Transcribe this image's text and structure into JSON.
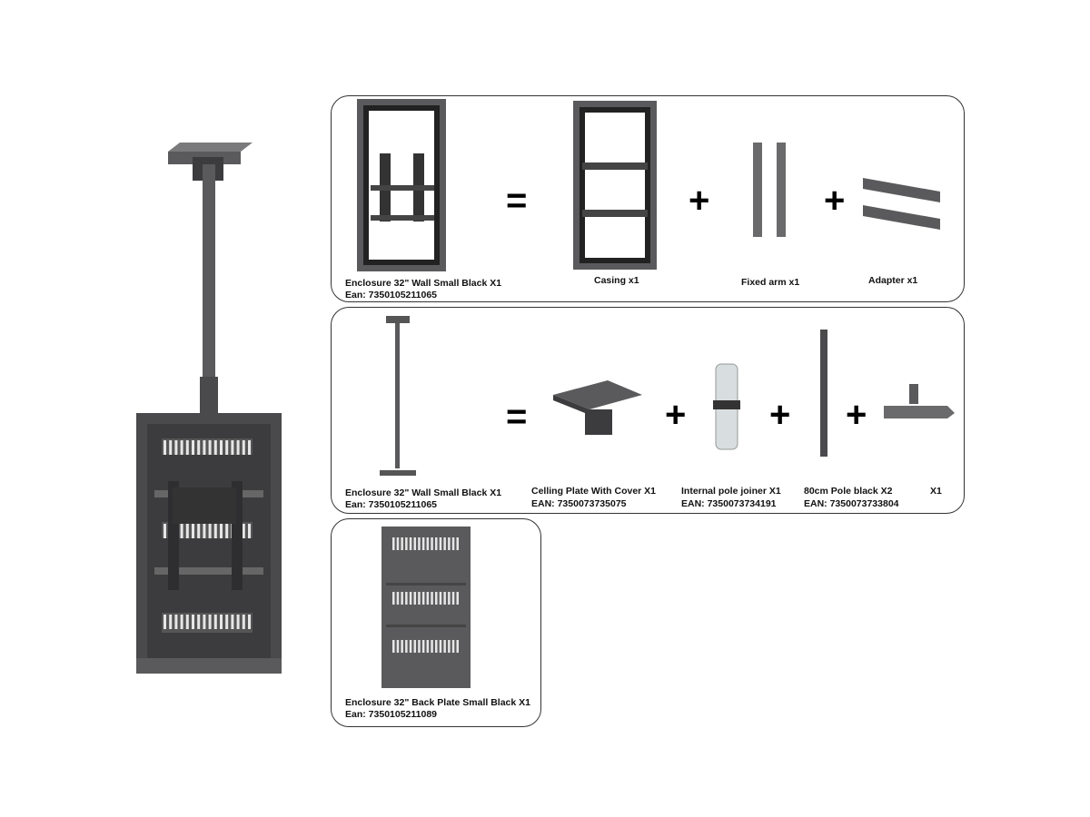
{
  "colors": {
    "metal": "#5a5a5c",
    "metal_dark": "#3c3c3e",
    "metal_light": "#7a7a7c",
    "border": "#333333"
  },
  "row1": {
    "kit_name": "Enclosure 32\" Wall Small Black X1",
    "kit_ean": "Ean: 7350105211065",
    "equals": "=",
    "plus": "+",
    "parts": [
      {
        "name": "Casing x1"
      },
      {
        "name": "Fixed arm x1"
      },
      {
        "name": "Adapter x1"
      }
    ]
  },
  "row2": {
    "kit_name": "Enclosure 32\" Wall Small Black X1",
    "kit_ean": "Ean: 7350105211065",
    "equals": "=",
    "plus": "+",
    "parts": [
      {
        "name": "Celling Plate With Cover X1",
        "ean": "EAN: 7350073735075"
      },
      {
        "name": "Internal pole joiner X1",
        "ean": "EAN: 7350073734191"
      },
      {
        "name": "80cm Pole black X2",
        "ean": "EAN:  7350073733804"
      },
      {
        "name": "X1"
      }
    ]
  },
  "row3": {
    "kit_name": "Enclosure 32\" Back Plate Small Black X1",
    "kit_ean": "Ean: 7350105211089"
  }
}
